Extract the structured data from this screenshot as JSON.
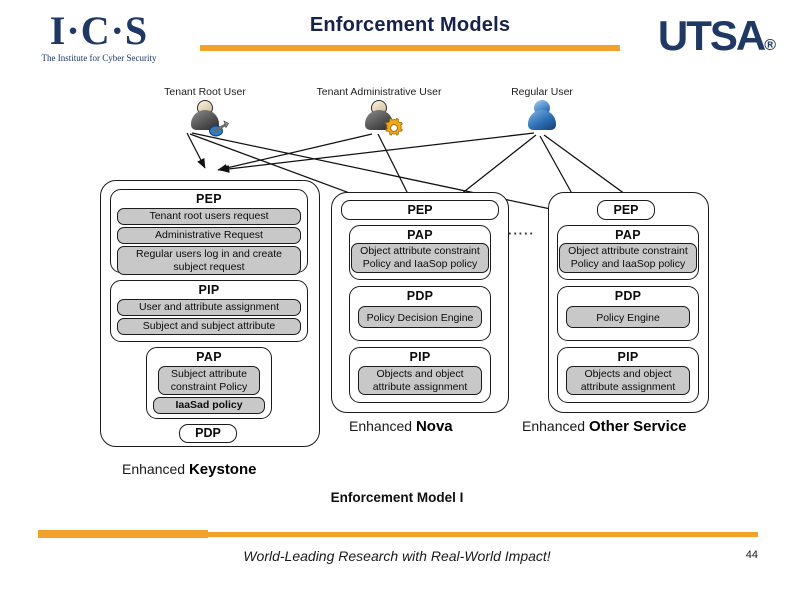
{
  "header": {
    "logo_mark": "I·C·S",
    "logo_tagline": "The Institute for Cyber Security",
    "title": "Enforcement Models",
    "right_logo": "UTSA",
    "right_logo_dot": "®",
    "accent_color": "#F2A22A",
    "brand_navy": "#1F3864"
  },
  "actors": [
    {
      "label": "Tenant Root User",
      "icon": "user-wrench-icon",
      "style": "grey"
    },
    {
      "label": "Tenant Administrative User",
      "icon": "user-gear-icon",
      "style": "grey"
    },
    {
      "label": "Regular User",
      "icon": "user-icon",
      "style": "blue"
    }
  ],
  "keystone": {
    "service_label_prefix": "Enhanced ",
    "service_label_name": "Keystone",
    "pep": {
      "title": "PEP",
      "items": [
        "Tenant root users request",
        "Administrative Request",
        "Regular users log in and create subject request"
      ]
    },
    "pip": {
      "title": "PIP",
      "items": [
        "User and attribute assignment",
        "Subject and subject attribute"
      ]
    },
    "pap": {
      "title": "PAP",
      "items": [
        "Subject attribute constraint Policy",
        "IaaSad policy"
      ]
    },
    "pdp": {
      "title": "PDP"
    }
  },
  "nova": {
    "service_label_prefix": "Enhanced ",
    "service_label_name": "Nova",
    "pep": {
      "title": "PEP"
    },
    "pap": {
      "title": "PAP",
      "items": [
        "Object attribute constraint Policy and IaaSop policy"
      ]
    },
    "pdp": {
      "title": "PDP",
      "items": [
        "Policy Decision Engine"
      ]
    },
    "pip": {
      "title": "PIP",
      "items": [
        "Objects and object attribute  assignment"
      ]
    }
  },
  "other_service": {
    "service_label_prefix": "Enhanced ",
    "service_label_name": "Other Service",
    "pep": {
      "title": "PEP"
    },
    "pap": {
      "title": "PAP",
      "items": [
        "Object attribute constraint Policy and IaaSop policy"
      ]
    },
    "pdp": {
      "title": "PDP",
      "items": [
        "Policy Engine"
      ]
    },
    "pip": {
      "title": "PIP",
      "items": [
        "Objects and object attribute  assignment"
      ]
    }
  },
  "ellipsis": "·····",
  "model_caption": "Enforcement Model I",
  "footer": {
    "tagline": "World-Leading Research with Real-World Impact!",
    "page_number": "44"
  }
}
